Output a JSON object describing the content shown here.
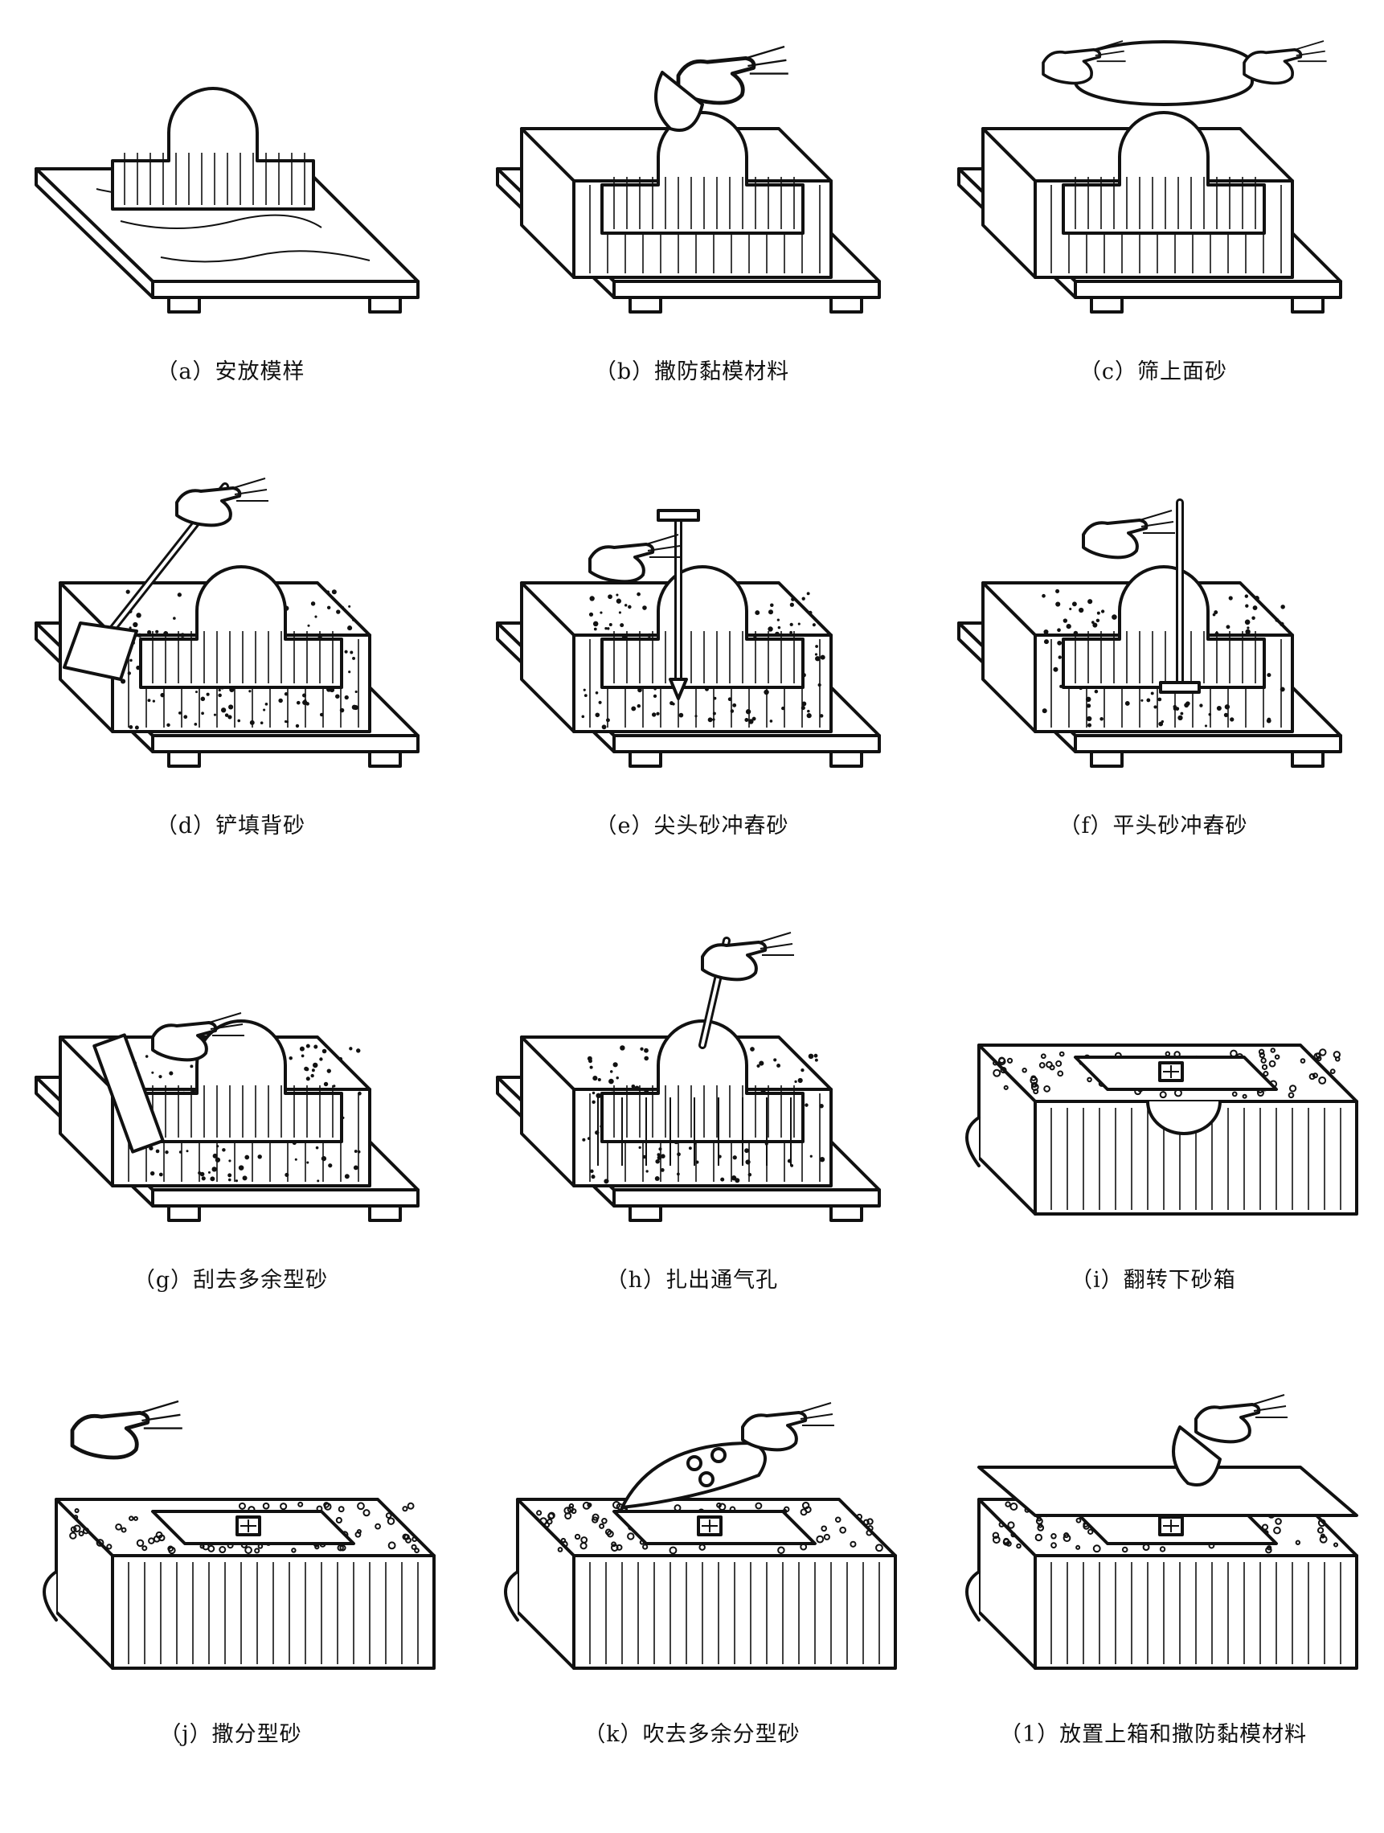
{
  "figure": {
    "panels": [
      {
        "id": "a",
        "caption": "（a）安放模样"
      },
      {
        "id": "b",
        "caption": "（b）撒防黏模材料"
      },
      {
        "id": "c",
        "caption": "（c）筛上面砂"
      },
      {
        "id": "d",
        "caption": "（d）铲填背砂"
      },
      {
        "id": "e",
        "caption": "（e）尖头砂冲舂砂"
      },
      {
        "id": "f",
        "caption": "（f）平头砂冲舂砂"
      },
      {
        "id": "g",
        "caption": "（g）刮去多余型砂"
      },
      {
        "id": "h",
        "caption": "（h）扎出通气孔"
      },
      {
        "id": "i",
        "caption": "（i）翻转下砂箱"
      },
      {
        "id": "j",
        "caption": "（j）撒分型砂"
      },
      {
        "id": "k",
        "caption": "（k）吹去多余分型砂"
      },
      {
        "id": "l",
        "caption": "（1）放置上箱和撒防黏模材料"
      }
    ]
  }
}
